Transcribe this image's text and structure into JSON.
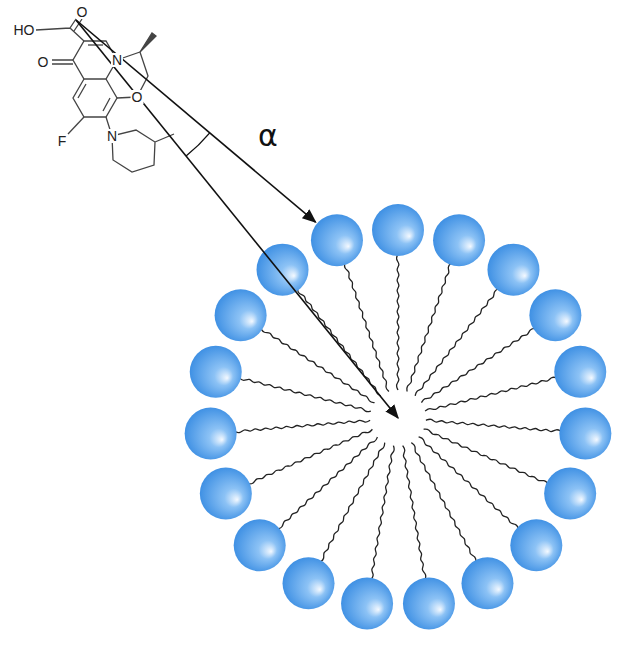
{
  "diagram": {
    "labels": [
      "HO",
      "O",
      "O",
      "N",
      "O",
      "F",
      "N",
      "α"
    ]
  }
}
